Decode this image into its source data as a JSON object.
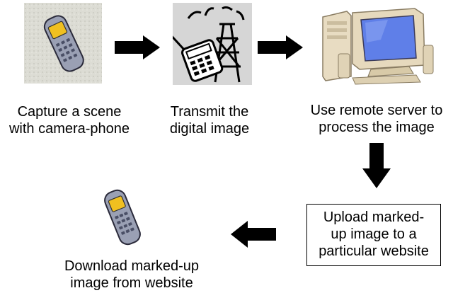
{
  "steps": [
    {
      "line1": "Capture a scene",
      "line2": "with camera-phone",
      "icon": "camera-phone-icon"
    },
    {
      "line1": "Transmit the",
      "line2": "digital image",
      "icon": "transmission-tower-phone-icon"
    },
    {
      "line1": "Use remote server to",
      "line2": "process the image",
      "icon": "computer-server-icon"
    },
    {
      "line1": "Upload marked-",
      "line2": "up image to a",
      "line3": "particular website"
    },
    {
      "line1": "Download marked-up",
      "line2": "image from website",
      "icon": "mobile-phone-icon"
    }
  ],
  "arrows": [
    "right",
    "right",
    "down",
    "left"
  ],
  "colors": {
    "text": "#000000",
    "arrow": "#000000",
    "panel_bg": "#d9d8d0",
    "screen": "#5f7fe8",
    "phone_screen": "#f0c020"
  }
}
